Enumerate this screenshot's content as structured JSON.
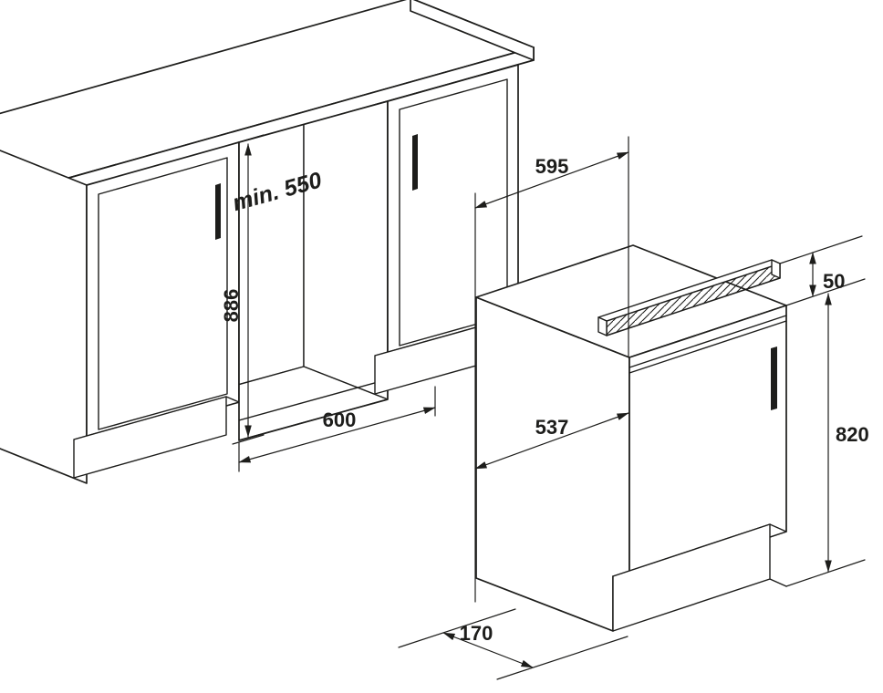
{
  "diagram": {
    "type": "technical-installation-drawing",
    "subject": "Built-in dishwasher niche and appliance dimensions with kitchen cabinets",
    "background_color": "#ffffff",
    "line_color": "#1d1d1b",
    "labels": {
      "min_depth": "min. 550",
      "depth_top": "595",
      "height_niche": "886",
      "width_niche": "600",
      "width_appliance": "537",
      "strip_height": "50",
      "height_appliance": "820",
      "plinth_recess": "170"
    }
  }
}
